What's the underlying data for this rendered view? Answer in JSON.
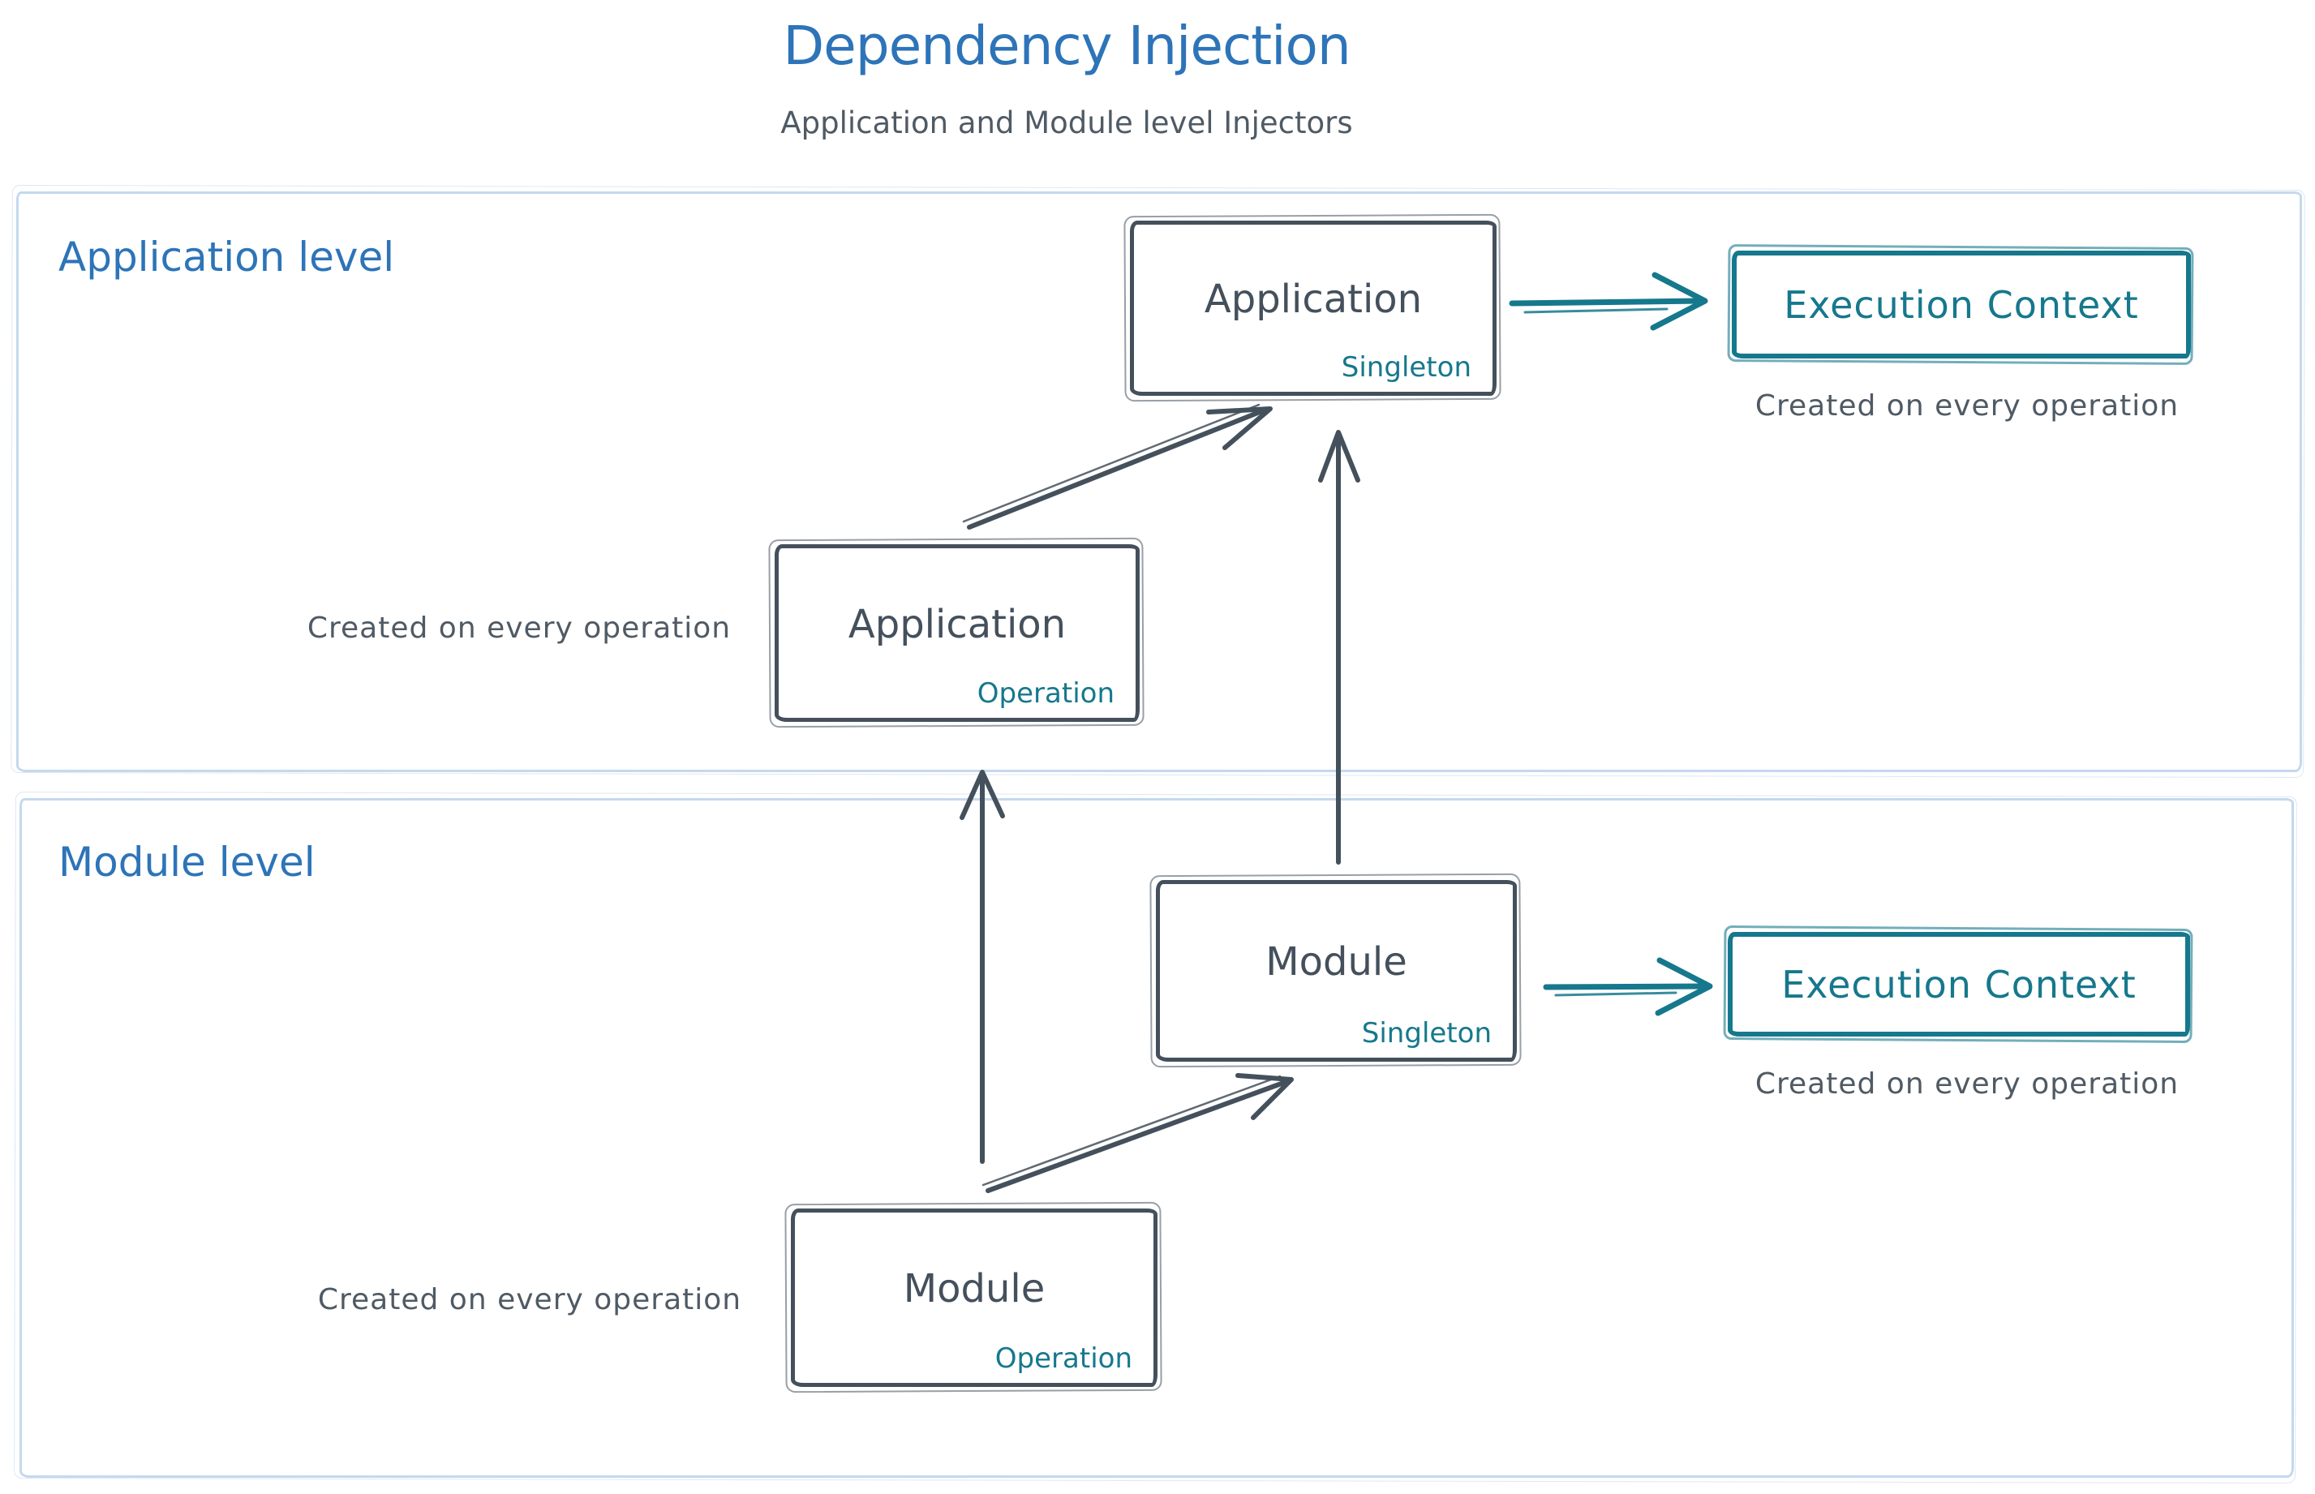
{
  "header": {
    "title": "Dependency Injection",
    "subtitle": "Application and Module level Injectors"
  },
  "sections": {
    "application": {
      "label": "Application level"
    },
    "module": {
      "label": "Module level"
    }
  },
  "boxes": {
    "app_singleton": {
      "label": "Application",
      "variant": "Singleton"
    },
    "app_operation": {
      "label": "Application",
      "variant": "Operation"
    },
    "module_singleton": {
      "label": "Module",
      "variant": "Singleton"
    },
    "module_operation": {
      "label": "Module",
      "variant": "Operation"
    },
    "exec_context_app": {
      "label": "Execution Context"
    },
    "exec_context_module": {
      "label": "Execution Context"
    }
  },
  "captions": {
    "exec_context_app": "Created on every operation",
    "exec_context_module": "Created on every operation",
    "app_operation": "Created on every operation",
    "module_operation": "Created on every operation"
  },
  "colors": {
    "blue": "#2d74b8",
    "teal": "#16788c",
    "slate": "#44505c",
    "caption": "#4f5a64",
    "panel-border": "#c5d8ee"
  }
}
